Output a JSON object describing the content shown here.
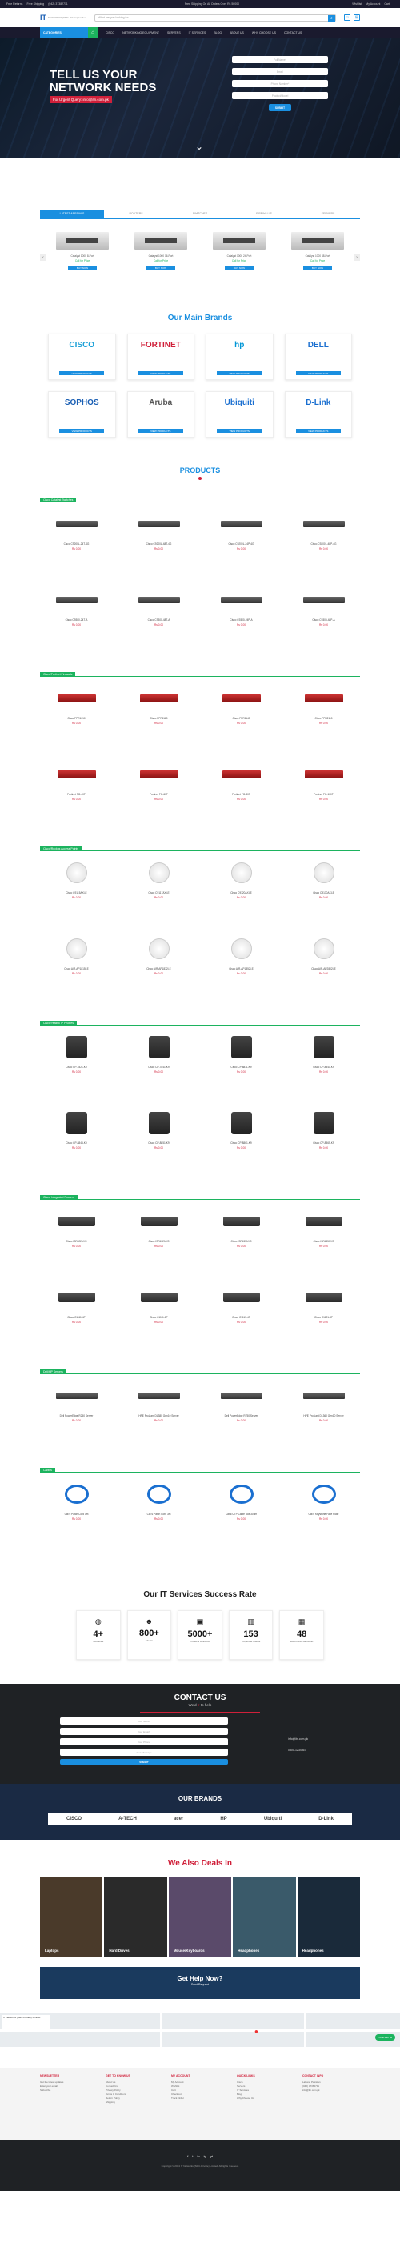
{
  "topbar": {
    "left": [
      "Free Returns",
      "Free Shipping",
      "(042) 37382711"
    ],
    "center": "Free Shipping On All Orders Over Rs 50000",
    "right": [
      "Wishlist",
      "My Account",
      "Cart"
    ]
  },
  "header": {
    "brand": "IT",
    "brand_sub": "NETWORKS (SMC-Private) Limited",
    "search_placeholder": "What are you looking for..."
  },
  "nav": {
    "categories": "CATEGORIES",
    "items": [
      "CISCO",
      "NETWORKING EQUIPMENT",
      "SERVERS",
      "IT SERVICES",
      "BLOG",
      "ABOUT US",
      "WHY CHOOSE US",
      "CONTACT US"
    ]
  },
  "hero": {
    "title": "TELL US YOUR NETWORK NEEDS",
    "call": "For Urgent Query: info@itn.com.pk",
    "fields": [
      "Full Name*",
      "Email",
      "Phone Number*",
      "Product/Model"
    ],
    "submit": "SUBMIT"
  },
  "tabs": [
    "LATEST ARRIVALS",
    "ROUTERS",
    "SWITCHES",
    "FIREWALLS",
    "SERVERS"
  ],
  "carousel": [
    {
      "name": "Catalyst 1000 8-Port",
      "price": "Call for Price",
      "btn": "BUY NOW"
    },
    {
      "name": "Catalyst 1000 16-Port",
      "price": "Call for Price",
      "btn": "BUY NOW"
    },
    {
      "name": "Catalyst 1000 24-Port",
      "price": "Call for Price",
      "btn": "BUY NOW"
    },
    {
      "name": "Catalyst 1000 48-Port",
      "price": "Call for Price",
      "btn": "BUY NOW"
    }
  ],
  "brands_title": "Our Main Brands",
  "brands": [
    {
      "name": "CISCO",
      "color": "#1ba0d7",
      "btn": "VIEW PRODUCTS"
    },
    {
      "name": "FORTINET",
      "color": "#d0203a",
      "btn": "VIEW PRODUCTS"
    },
    {
      "name": "hp",
      "color": "#0096d6",
      "btn": "VIEW PRODUCTS"
    },
    {
      "name": "DELL",
      "color": "#1a6fd0",
      "btn": "VIEW PRODUCTS"
    },
    {
      "name": "SOPHOS",
      "color": "#1a5fb4",
      "btn": "VIEW PRODUCTS"
    },
    {
      "name": "Aruba",
      "color": "#555555",
      "btn": "VIEW PRODUCTS"
    },
    {
      "name": "Ubiquiti",
      "color": "#1a6fd0",
      "btn": "VIEW PRODUCTS"
    },
    {
      "name": "D-Link",
      "color": "#1a6fd0",
      "btn": "VIEW PRODUCTS"
    }
  ],
  "products_title": "PRODUCTS",
  "categories": [
    {
      "title": "Cisco Catalyst Switches",
      "kind": "sw",
      "items": [
        {
          "n": "Cisco C9200L-24T-4G",
          "p": "Rs 0.00"
        },
        {
          "n": "Cisco C9200L-48T-4G",
          "p": "Rs 0.00"
        },
        {
          "n": "Cisco C9200L-24P-4G",
          "p": "Rs 0.00"
        },
        {
          "n": "Cisco C9200L-48P-4G",
          "p": "Rs 0.00"
        },
        {
          "n": "Cisco C9300-24T-A",
          "p": "Rs 0.00"
        },
        {
          "n": "Cisco C9300-48T-A",
          "p": "Rs 0.00"
        },
        {
          "n": "Cisco C9300-24P-A",
          "p": "Rs 0.00"
        },
        {
          "n": "Cisco C9300-48P-A",
          "p": "Rs 0.00"
        }
      ]
    },
    {
      "title": "Cisco/Fortinet Firewalls",
      "kind": "fw",
      "items": [
        {
          "n": "Cisco FPR1010",
          "p": "Rs 0.00"
        },
        {
          "n": "Cisco FPR1120",
          "p": "Rs 0.00"
        },
        {
          "n": "Cisco FPR1140",
          "p": "Rs 0.00"
        },
        {
          "n": "Cisco FPR2110",
          "p": "Rs 0.00"
        },
        {
          "n": "Fortinet FG-40F",
          "p": "Rs 0.00"
        },
        {
          "n": "Fortinet FG-60F",
          "p": "Rs 0.00"
        },
        {
          "n": "Fortinet FG-80F",
          "p": "Rs 0.00"
        },
        {
          "n": "Fortinet FG-100F",
          "p": "Rs 0.00"
        }
      ]
    },
    {
      "title": "Cisco/Ruckus Access Points",
      "kind": "ap",
      "items": [
        {
          "n": "Cisco C9115AXI-E",
          "p": "Rs 0.00"
        },
        {
          "n": "Cisco C9117AXI-E",
          "p": "Rs 0.00"
        },
        {
          "n": "Cisco C9120AXI-E",
          "p": "Rs 0.00"
        },
        {
          "n": "Cisco C9130AXI-E",
          "p": "Rs 0.00"
        },
        {
          "n": "Cisco AIR-AP1815I-E",
          "p": "Rs 0.00"
        },
        {
          "n": "Cisco AIR-AP1832I-E",
          "p": "Rs 0.00"
        },
        {
          "n": "Cisco AIR-AP1852I-E",
          "p": "Rs 0.00"
        },
        {
          "n": "Cisco AIR-AP2802I-E",
          "p": "Rs 0.00"
        }
      ]
    },
    {
      "title": "Cisco/Yealink IP Phones",
      "kind": "phone",
      "items": [
        {
          "n": "Cisco CP-7821-K9",
          "p": "Rs 0.00"
        },
        {
          "n": "Cisco CP-7841-K9",
          "p": "Rs 0.00"
        },
        {
          "n": "Cisco CP-8811-K9",
          "p": "Rs 0.00"
        },
        {
          "n": "Cisco CP-8841-K9",
          "p": "Rs 0.00"
        },
        {
          "n": "Cisco CP-8845-K9",
          "p": "Rs 0.00"
        },
        {
          "n": "Cisco CP-8851-K9",
          "p": "Rs 0.00"
        },
        {
          "n": "Cisco CP-8861-K9",
          "p": "Rs 0.00"
        },
        {
          "n": "Cisco CP-8865-K9",
          "p": "Rs 0.00"
        }
      ]
    },
    {
      "title": "Cisco Integrated Routers",
      "kind": "router",
      "items": [
        {
          "n": "Cisco ISR4221/K9",
          "p": "Rs 0.00"
        },
        {
          "n": "Cisco ISR4321/K9",
          "p": "Rs 0.00"
        },
        {
          "n": "Cisco ISR4331/K9",
          "p": "Rs 0.00"
        },
        {
          "n": "Cisco ISR4351/K9",
          "p": "Rs 0.00"
        },
        {
          "n": "Cisco C1111-4P",
          "p": "Rs 0.00"
        },
        {
          "n": "Cisco C1111-8P",
          "p": "Rs 0.00"
        },
        {
          "n": "Cisco C1117-4P",
          "p": "Rs 0.00"
        },
        {
          "n": "Cisco C1121-8P",
          "p": "Rs 0.00"
        }
      ]
    },
    {
      "title": "Dell/HP Servers",
      "kind": "sw",
      "items": [
        {
          "n": "Dell PowerEdge R250 Server",
          "p": "Rs 0.00"
        },
        {
          "n": "HPE ProLiant DL380 Gen10 Server",
          "p": "Rs 0.00"
        },
        {
          "n": "Dell PowerEdge R750 Server",
          "p": "Rs 0.00"
        },
        {
          "n": "HPE ProLiant DL360 Gen10 Server",
          "p": "Rs 0.00"
        }
      ]
    },
    {
      "title": "Cables",
      "kind": "cable",
      "items": [
        {
          "n": "Cat 6 Patch Cord 1m",
          "p": "Rs 0.00"
        },
        {
          "n": "Cat 6 Patch Cord 3m",
          "p": "Rs 0.00"
        },
        {
          "n": "Cat 6 UTP Cable Box 305m",
          "p": "Rs 0.00"
        },
        {
          "n": "Cat 6 Keystone Face Plate",
          "p": "Rs 0.00"
        }
      ]
    }
  ],
  "stats_title": "Our IT Services Success Rate",
  "stats": [
    {
      "n": "4+",
      "l": "Countries",
      "icon": "globe-icon"
    },
    {
      "n": "800+",
      "l": "Clients",
      "icon": "users-icon"
    },
    {
      "n": "5000+",
      "l": "Products Delivered",
      "icon": "box-icon"
    },
    {
      "n": "153",
      "l": "Corporate Clients",
      "icon": "building-icon"
    },
    {
      "n": "48",
      "l": "Hours After Handover",
      "icon": "calendar-icon"
    }
  ],
  "contact": {
    "title": "CONTACT US",
    "sub_pre": "We'd",
    "sub_heart": "♥",
    "sub_post": "to help",
    "fields": [
      "Your Name*",
      "Your Email*",
      "Your Phone",
      "Your Message"
    ],
    "send": "SUBMIT",
    "email": "info@itn.com.pk",
    "phone": "0300-1234567"
  },
  "our_brands": {
    "title": "OUR BRANDS",
    "items": [
      "CISCO",
      "A-TECH",
      "acer",
      "HP",
      "Ubiquiti",
      "D-Link"
    ]
  },
  "deals": {
    "title": "We Also Deals In",
    "items": [
      {
        "label": "Laptops",
        "color": "#4a3a2a"
      },
      {
        "label": "Hard Drives",
        "color": "#2a2a2a"
      },
      {
        "label": "Mouse/Keyboards",
        "color": "#5a4a6a"
      },
      {
        "label": "Headphones",
        "color": "#3a5a6a"
      },
      {
        "label": "Headphones",
        "color": "#1a2a3a"
      }
    ]
  },
  "help": {
    "title": "Get Help Now?",
    "sub": "Send Request"
  },
  "map": {
    "card": "IT Networks (SMC-Private) Limited",
    "whatsapp": "Chat with us"
  },
  "footer": [
    {
      "h": "NEWSLETTER",
      "items": [
        "Get the latest updates",
        "Enter your email",
        "Subscribe"
      ]
    },
    {
      "h": "GET TO KNOW US",
      "items": [
        "About Us",
        "Contact Us",
        "Privacy Policy",
        "Terms & Conditions",
        "Return Policy",
        "Shipping"
      ]
    },
    {
      "h": "MY ACCOUNT",
      "items": [
        "My Account",
        "Wishlist",
        "Cart",
        "Checkout",
        "Track Order"
      ]
    },
    {
      "h": "QUICK LINKS",
      "items": [
        "Cisco",
        "Servers",
        "IT Services",
        "Blog",
        "Why Choose Us"
      ]
    },
    {
      "h": "CONTACT INFO",
      "items": [
        "Lahore, Pakistan",
        "(042) 37382711",
        "info@itn.com.pk"
      ]
    }
  ],
  "copyright": "Copyright © 2024 IT Networks (SMC-Private) Limited. All rights reserved.",
  "social": [
    "f",
    "t",
    "in",
    "ig",
    "yt"
  ]
}
